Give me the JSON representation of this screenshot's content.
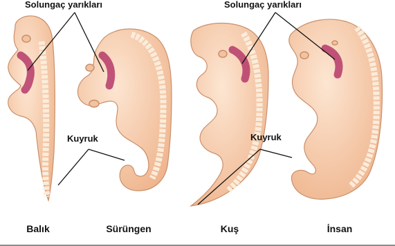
{
  "labels": {
    "gill_left": "Solungaç yarıkları",
    "gill_right": "Solungaç yarıkları",
    "tail_left": "Kuyruk",
    "tail_right": "Kuyruk"
  },
  "captions": [
    "Balık",
    "Sürüngen",
    "Kuş",
    "İnsan"
  ],
  "colors": {
    "skin": "#f6cfae",
    "skin_edge": "#c98f6b",
    "vertebra": "#fbeedd",
    "gill": "#b53a6a",
    "line": "#111111"
  }
}
